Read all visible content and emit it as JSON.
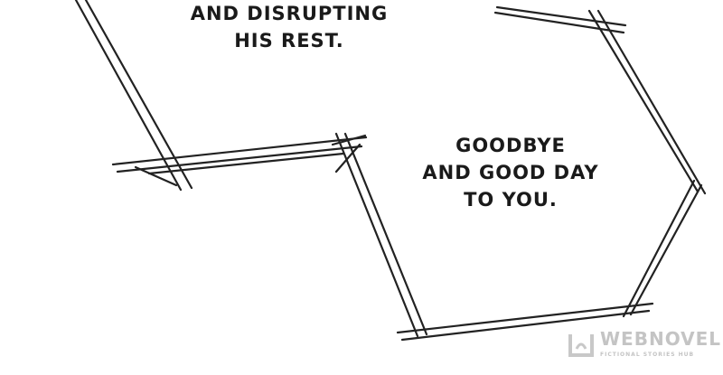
{
  "bubbles": [
    {
      "lines": [
        "AND DISRUPTING",
        "HIS REST."
      ]
    },
    {
      "lines": [
        "GOODBYE",
        "AND GOOD DAY",
        "TO YOU."
      ]
    }
  ],
  "watermark": {
    "name": "WEBNOVEL",
    "tagline": "FICTIONAL STORIES HUB"
  }
}
